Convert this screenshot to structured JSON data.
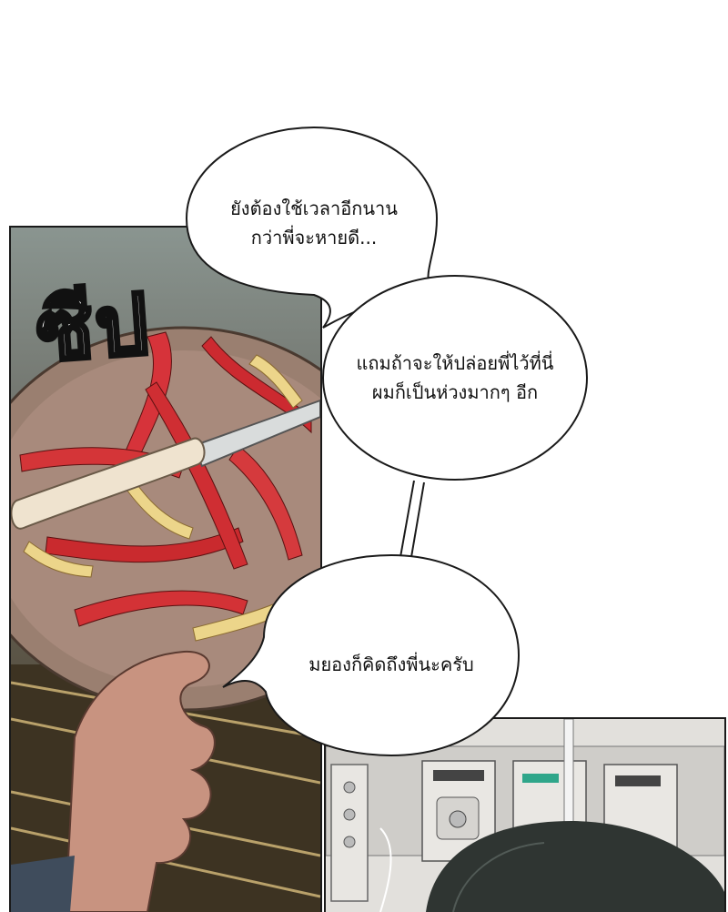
{
  "bubbles": {
    "b1": {
      "line1": "ยังต้องใช้เวลาอีกนาน",
      "line2": "กว่าพี่จะหายดี..."
    },
    "b2": {
      "line1": "แถมถ้าจะให้ปล่อยพี่ไว้ที่นี่",
      "line2": "ผมก็เป็นห่วงมากๆ อีก"
    },
    "b3": {
      "line1": "มยองก็คิดถึงพี่นะครับ"
    }
  },
  "sound_effect": "ซีป"
}
